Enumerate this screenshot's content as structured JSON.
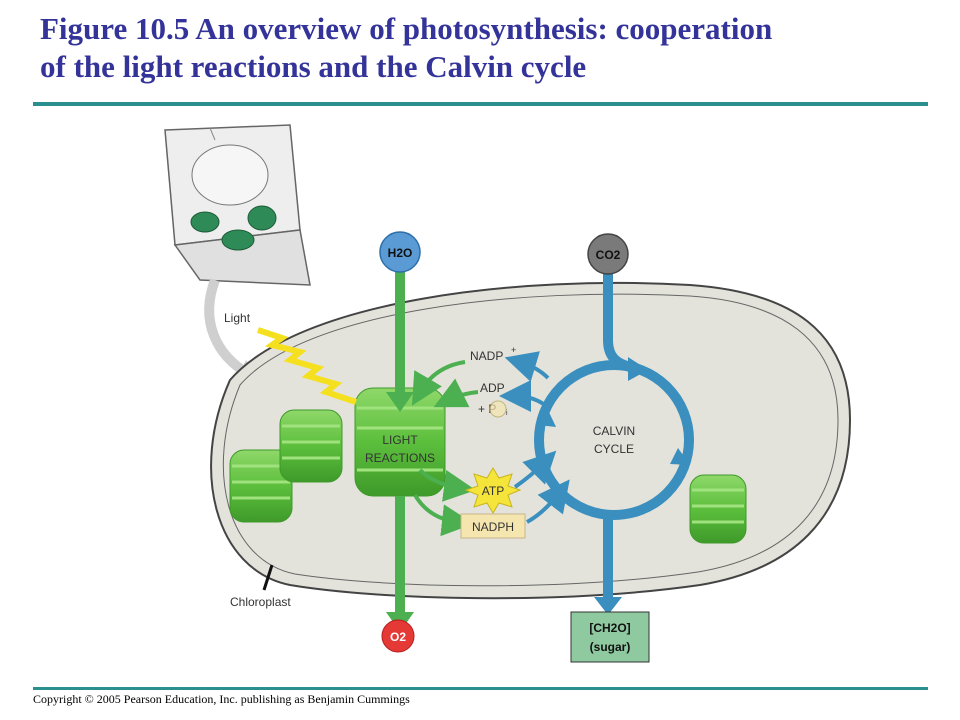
{
  "title": {
    "line1": "Figure 10.5 An overview of photosynthesis: cooperation",
    "line2": "of the light reactions and the Calvin cycle"
  },
  "copyright": "Copyright © 2005 Pearson Education, Inc. publishing as Benjamin Cummings",
  "diagram": {
    "inputs": {
      "water": "H2O",
      "carbon_dioxide": "CO2",
      "light": "Light"
    },
    "outputs": {
      "oxygen": "O2",
      "sugar_line1": "[CH2O]",
      "sugar_line2": "(sugar)"
    },
    "light_reactions": {
      "line1": "LIGHT",
      "line2": "REACTIONS"
    },
    "calvin_cycle": {
      "line1": "CALVIN",
      "line2": "CYCLE"
    },
    "molecules": {
      "nadp_plus": "NADP",
      "adp": "ADP",
      "pi": "+ P",
      "atp": "ATP",
      "nadph": "NADPH"
    },
    "chloroplast_label": "Chloroplast"
  },
  "colors": {
    "title": "#333399",
    "rule": "#2a8f8f",
    "green_arrow": "#4caf50",
    "blue_arrow": "#3a8fbf",
    "water_fill": "#5b9bd5",
    "co2_fill": "#7a7a7a",
    "o2_fill": "#e53935",
    "sugar_fill": "#8fc9a0",
    "atp_fill": "#f5e43a",
    "nadph_fill": "#f5e6b0"
  }
}
